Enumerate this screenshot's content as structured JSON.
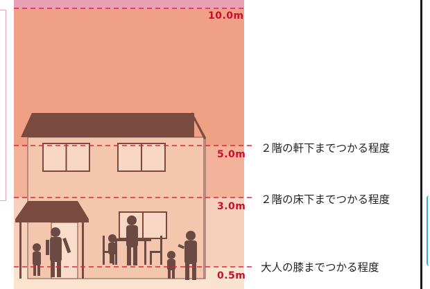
{
  "flood_levels": [
    {
      "depth": "10.0m",
      "description": ""
    },
    {
      "depth": "5.0m",
      "description": "２階の軒下までつかる程度"
    },
    {
      "depth": "3.0m",
      "description": "２階の床下までつかる程度"
    },
    {
      "depth": "0.5m",
      "description": "大人の膝までつかる程度"
    }
  ],
  "colors": {
    "band_top": "#e8a0b3",
    "band_10m": "#f0a084",
    "band_5m": "#f3b39a",
    "band_3m": "#f7d0bd",
    "band_05m": "#fae3cf",
    "dashed_line": "#d7283a",
    "depth_text": "#c8102e",
    "house_fill": "#f4c6ad",
    "roof": "#7b4a3e",
    "silhouette": "#6b4a43"
  }
}
